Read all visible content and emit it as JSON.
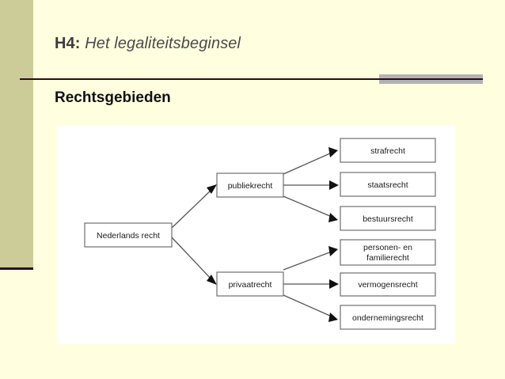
{
  "slide": {
    "chapter": "H4:",
    "subject": "Het legaliteitsbeginsel",
    "section_heading": "Rechtsgebieden",
    "colors": {
      "background": "#ffffe0",
      "olive_band": "#cccc99",
      "rule": "#2e0a1e",
      "accent_block": "#b3b3b3",
      "heading_text": "#111111",
      "title_text": "#3b3b3b",
      "panel_background": "#ffffff",
      "node_border": "#6e6e6e",
      "connector": "#555555"
    }
  },
  "diagram": {
    "root": {
      "label": "Nederlands recht"
    },
    "branches": [
      {
        "label": "publiekrecht",
        "children": [
          {
            "label": "strafrecht"
          },
          {
            "label": "staatsrecht"
          },
          {
            "label": "bestuursrecht"
          }
        ]
      },
      {
        "label": "privaatrecht",
        "children": [
          {
            "label": "personen- en",
            "label2": "familierecht"
          },
          {
            "label": "vermogensrecht"
          },
          {
            "label": "ondernemingsrecht"
          }
        ]
      }
    ]
  }
}
